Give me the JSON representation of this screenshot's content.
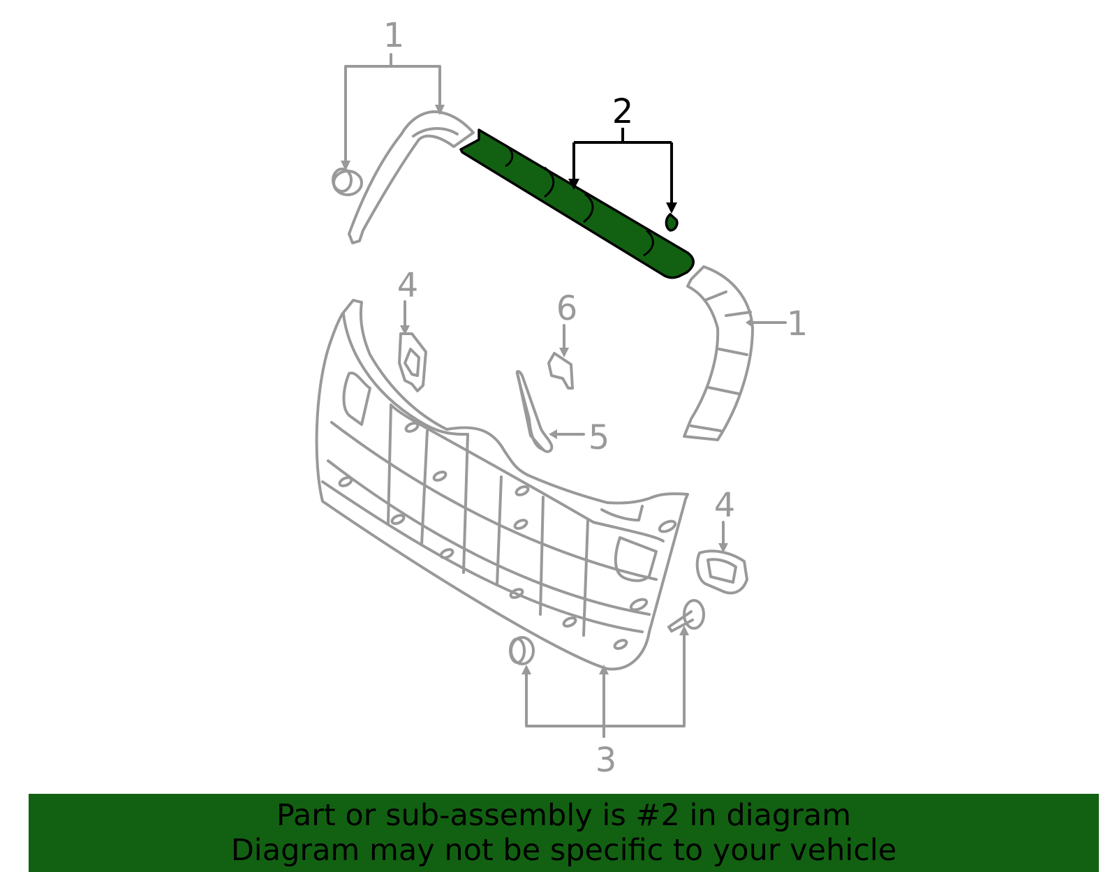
{
  "diagram": {
    "highlight_color": "#126112",
    "part_color": "#999999",
    "callouts": {
      "c1a": "1",
      "c1b": "1",
      "c2": "2",
      "c3": "3",
      "c4a": "4",
      "c4b": "4",
      "c5": "5",
      "c6": "6"
    },
    "highlighted_part": "2"
  },
  "banner": {
    "line1": "Part or sub-assembly is #2 in diagram",
    "line2": "Diagram may not be specific to your vehicle",
    "background": "#126112"
  }
}
